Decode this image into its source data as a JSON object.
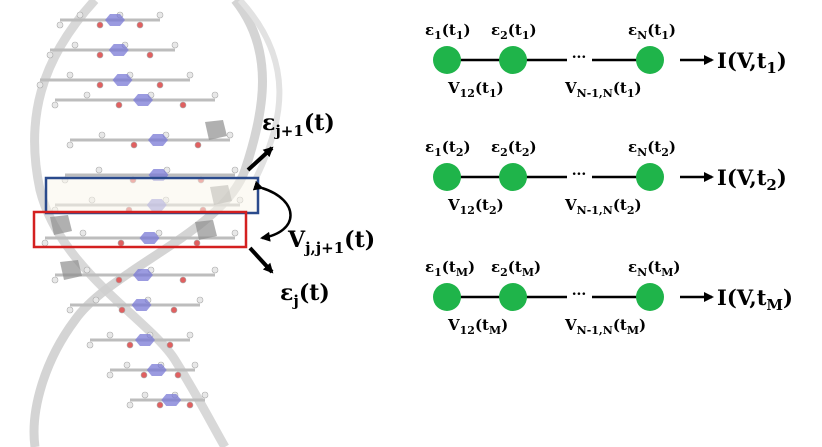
{
  "dna_panel": {
    "labels": {
      "eps_upper": {
        "base": "ε",
        "sub": "j+1",
        "arg": "(t)"
      },
      "eps_lower": {
        "base": "ε",
        "sub": "j",
        "arg": "(t)"
      },
      "coupling": {
        "base": "V",
        "sub": "j,j+1",
        "arg": "(t)"
      }
    },
    "colors": {
      "upper_box": "#2a4a8c",
      "lower_box": "#d42020",
      "base_ring": "#7a7ad6",
      "atom_o": "#e06060",
      "backbone": "#c8c8c8"
    }
  },
  "chains": [
    {
      "site_labels": [
        {
          "base": "ε",
          "sub": "1",
          "arg": "(t",
          "asub": "1",
          "close": ")"
        },
        {
          "base": "ε",
          "sub": "2",
          "arg": "(t",
          "asub": "1",
          "close": ")"
        },
        {
          "base": "ε",
          "sub": "N",
          "arg": "(t",
          "asub": "1",
          "close": ")"
        }
      ],
      "coupling_labels": [
        {
          "base": "V",
          "sub": "12",
          "arg": "(t",
          "asub": "1",
          "close": ")"
        },
        {
          "base": "V",
          "sub": "N-1,N",
          "arg": "(t",
          "asub": "1",
          "close": ")"
        }
      ],
      "dots": "...",
      "current": {
        "text": "I(V,t",
        "sub": "1",
        "close": ")"
      }
    },
    {
      "site_labels": [
        {
          "base": "ε",
          "sub": "1",
          "arg": "(t",
          "asub": "2",
          "close": ")"
        },
        {
          "base": "ε",
          "sub": "2",
          "arg": "(t",
          "asub": "2",
          "close": ")"
        },
        {
          "base": "ε",
          "sub": "N",
          "arg": "(t",
          "asub": "2",
          "close": ")"
        }
      ],
      "coupling_labels": [
        {
          "base": "V",
          "sub": "12",
          "arg": "(t",
          "asub": "2",
          "close": ")"
        },
        {
          "base": "V",
          "sub": "N-1,N",
          "arg": "(t",
          "asub": "2",
          "close": ")"
        }
      ],
      "dots": "...",
      "current": {
        "text": "I(V,t",
        "sub": "2",
        "close": ")"
      }
    },
    {
      "site_labels": [
        {
          "base": "ε",
          "sub": "1",
          "arg": "(t",
          "asub": "M",
          "close": ")"
        },
        {
          "base": "ε",
          "sub": "2",
          "arg": "(t",
          "asub": "M",
          "close": ")"
        },
        {
          "base": "ε",
          "sub": "N",
          "arg": "(t",
          "asub": "M",
          "close": ")"
        }
      ],
      "coupling_labels": [
        {
          "base": "V",
          "sub": "12",
          "arg": "(t",
          "asub": "M",
          "close": ")"
        },
        {
          "base": "V",
          "sub": "N-1,N",
          "arg": "(t",
          "asub": "M",
          "close": ")"
        }
      ],
      "dots": "...",
      "current": {
        "text": "I(V,t",
        "sub": "M",
        "close": ")"
      }
    }
  ],
  "node_color": "#1fb44a"
}
